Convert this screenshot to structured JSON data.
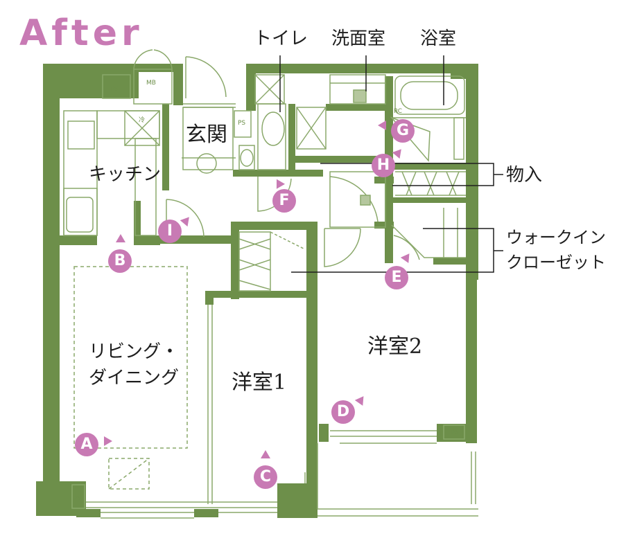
{
  "title": "After",
  "rooms": {
    "toilet": "トイレ",
    "washroom": "洗面室",
    "bathroom": "浴室",
    "entrance": "玄関",
    "kitchen": "キッチン",
    "storage": "物入",
    "walk_in_closet_line1": "ウォークイン",
    "walk_in_closet_line2": "クローゼット",
    "living_line1": "リビング・",
    "living_line2": "ダイニング",
    "bedroom1": "洋室1",
    "bedroom2": "洋室2"
  },
  "fixtures": {
    "ps": "PS",
    "mb": "MB",
    "rc": "RC",
    "cold": "冷"
  },
  "markers": [
    "A",
    "B",
    "C",
    "D",
    "E",
    "F",
    "G",
    "H",
    "I"
  ],
  "colors": {
    "wall": "#6d8f4a",
    "line": "#8aa86a",
    "accent": "#c87ab4"
  }
}
